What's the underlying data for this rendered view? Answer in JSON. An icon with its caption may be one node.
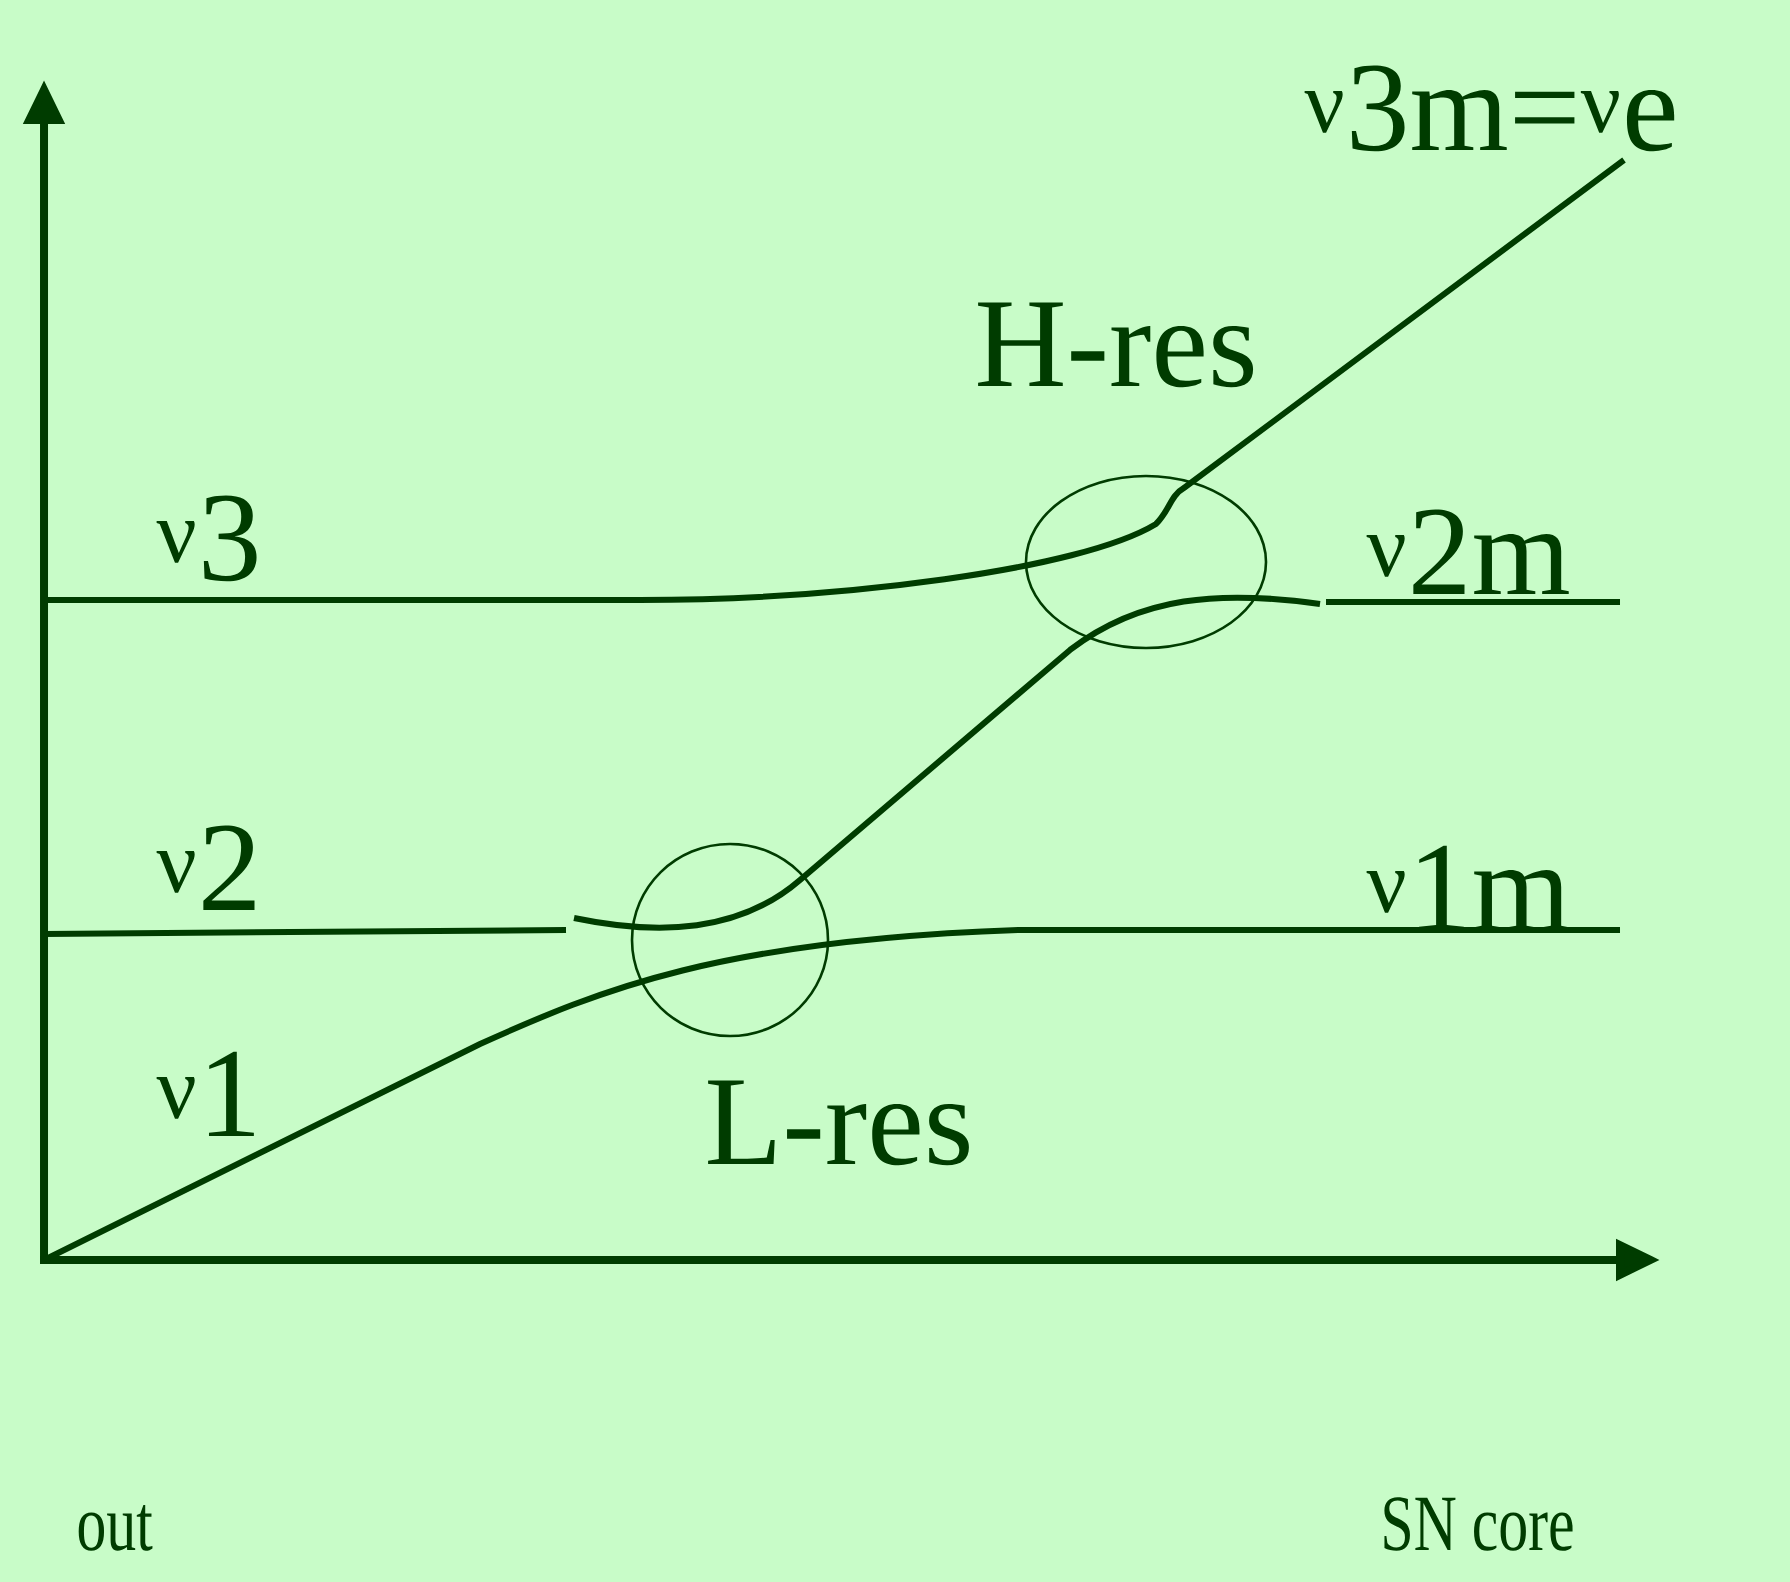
{
  "diagram": {
    "nodes": [
      {
        "text": [
          "H-res"
        ]
      },
      {
        "text": [
          "L-res"
        ]
      }
    ],
    "labels": [
      "$^{ν}$3m=$^{ν}$e",
      "$^{ν}$3",
      "$^{ν}$2m",
      "$^{ν}$2",
      "$^{ν}$1m",
      "$^{ν}$1",
      "out",
      "SN core"
    ]
  }
}
